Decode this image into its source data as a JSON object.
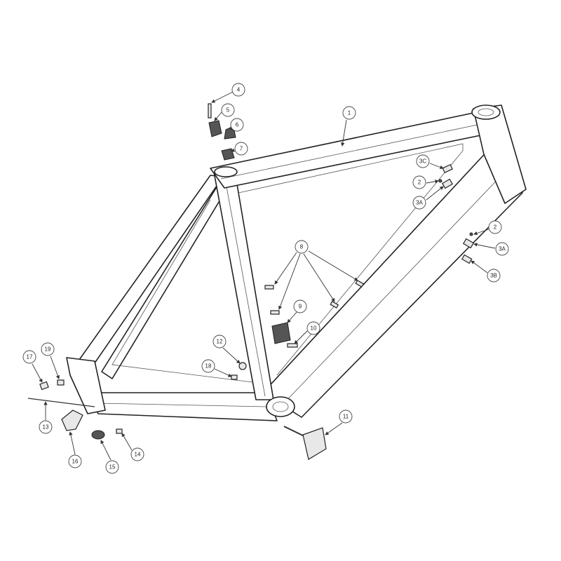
{
  "diagram": {
    "type": "exploded parts diagram - bicycle frame",
    "callouts": {
      "c1": "1",
      "c2a": "2",
      "c2b": "2",
      "c3a_top": "3A",
      "c3a_right": "3A",
      "c3b": "3B",
      "c3c": "3C",
      "c4": "4",
      "c5": "5",
      "c6": "6",
      "c7": "7",
      "c8": "8",
      "c9": "9",
      "c10": "10",
      "c11": "11",
      "c12": "12",
      "c13": "13",
      "c14": "14",
      "c15": "15",
      "c16": "16",
      "c17": "17",
      "c18": "18",
      "c19": "19"
    }
  }
}
